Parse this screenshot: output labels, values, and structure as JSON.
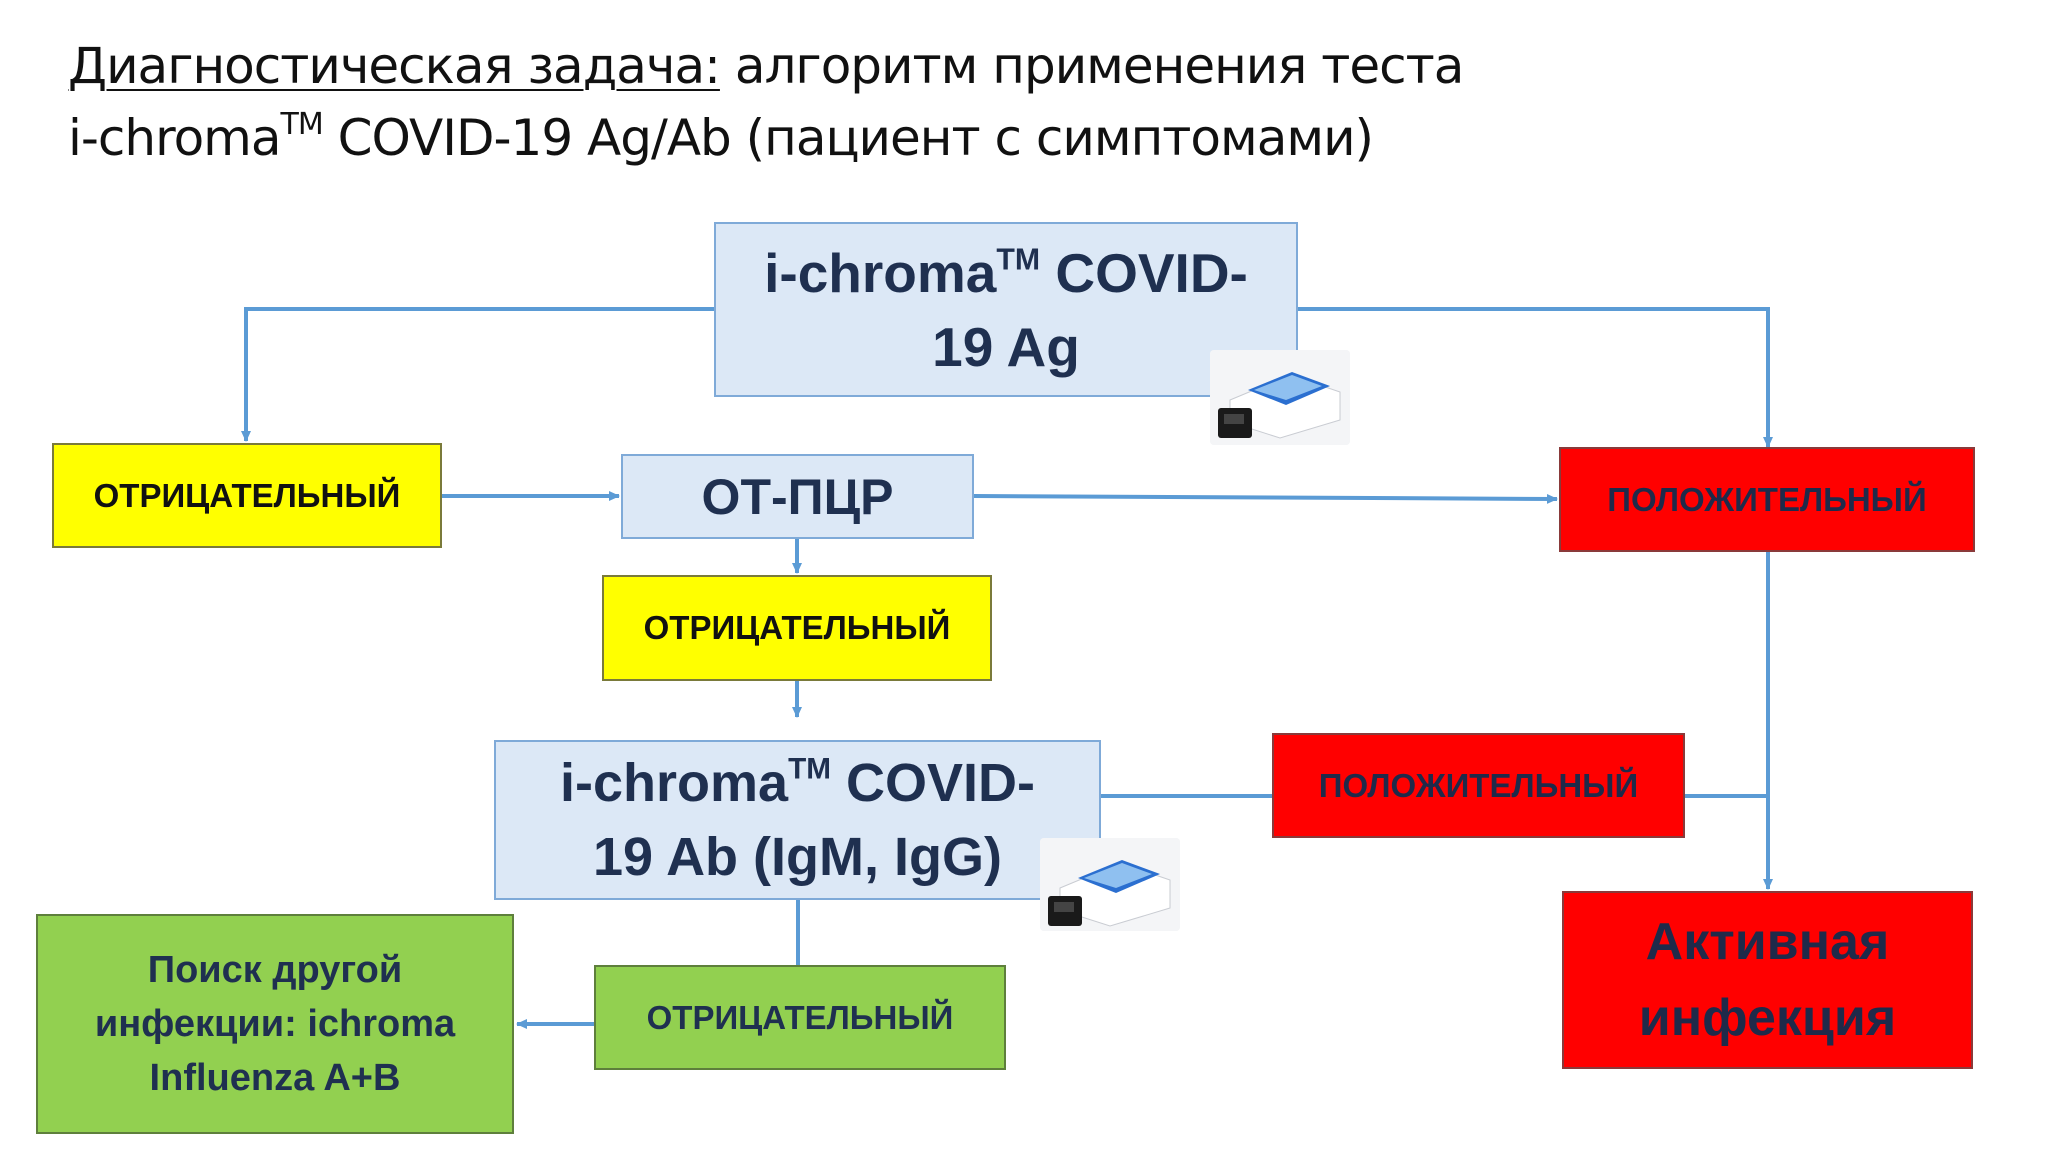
{
  "title": {
    "line1_underlined": "Диагностическая задача:",
    "line1_rest": " алгоритм применения теста",
    "line2_a": "i-chroma",
    "line2_tm": "TM",
    "line2_b": " COVID-19 Ag/Ab (пациент с симптомами)"
  },
  "nodes": {
    "ag_test": {
      "a": "i-chroma",
      "tm": "TM",
      "b": " COVID-",
      "c": "19 Ag"
    },
    "neg1": "ОТРИЦАТЕЛЬНЫЙ",
    "pcr": "ОТ-ПЦР",
    "pos1": "ПОЛОЖИТЕЛЬНЫЙ",
    "neg2": "ОТРИЦАТЕЛЬНЫЙ",
    "ab_test": {
      "a": "i-chroma",
      "tm": "TM",
      "b": " COVID-",
      "c": "19 Ab (IgM, IgG)"
    },
    "pos2": "ПОЛОЖИТЕЛЬНЫЙ",
    "active": {
      "line1": "Активная",
      "line2": "инфекция"
    },
    "neg3": "ОТРИЦАТЕЛЬНЫЙ",
    "other": {
      "line1": "Поиск другой",
      "line2": "инфекции: ichroma",
      "line3": "Influenza A+B"
    }
  },
  "colors": {
    "connector": "#5b9bd5",
    "blue_box": "#dce8f6",
    "yellow_box": "#ffff00",
    "red_box": "#ff0000",
    "green_box": "#92d050"
  }
}
